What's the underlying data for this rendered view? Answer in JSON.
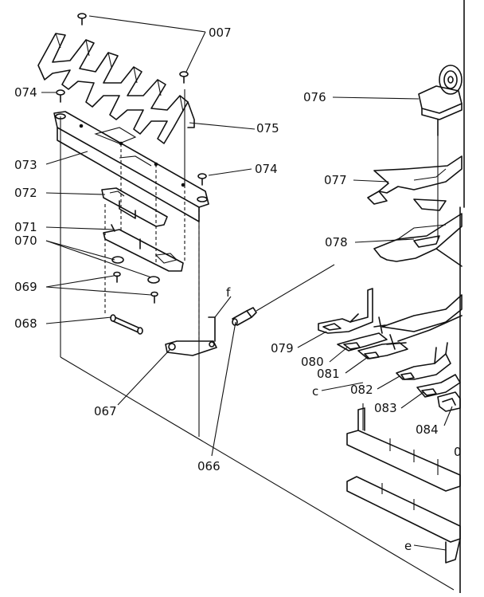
{
  "parts": {
    "p007": "007",
    "p074a": "074",
    "p074b": "074",
    "p075": "075",
    "p076": "076",
    "p073": "073",
    "p077": "077",
    "p072": "072",
    "p071": "071",
    "p070": "070",
    "p078": "078",
    "p069": "069",
    "p068": "068",
    "p079": "079",
    "p080": "080",
    "p081": "081",
    "p082": "082",
    "p083": "083",
    "p084": "084",
    "p067": "067",
    "p066": "066",
    "p0": "0"
  },
  "refs": {
    "f": "f",
    "c": "c",
    "e": "e"
  }
}
